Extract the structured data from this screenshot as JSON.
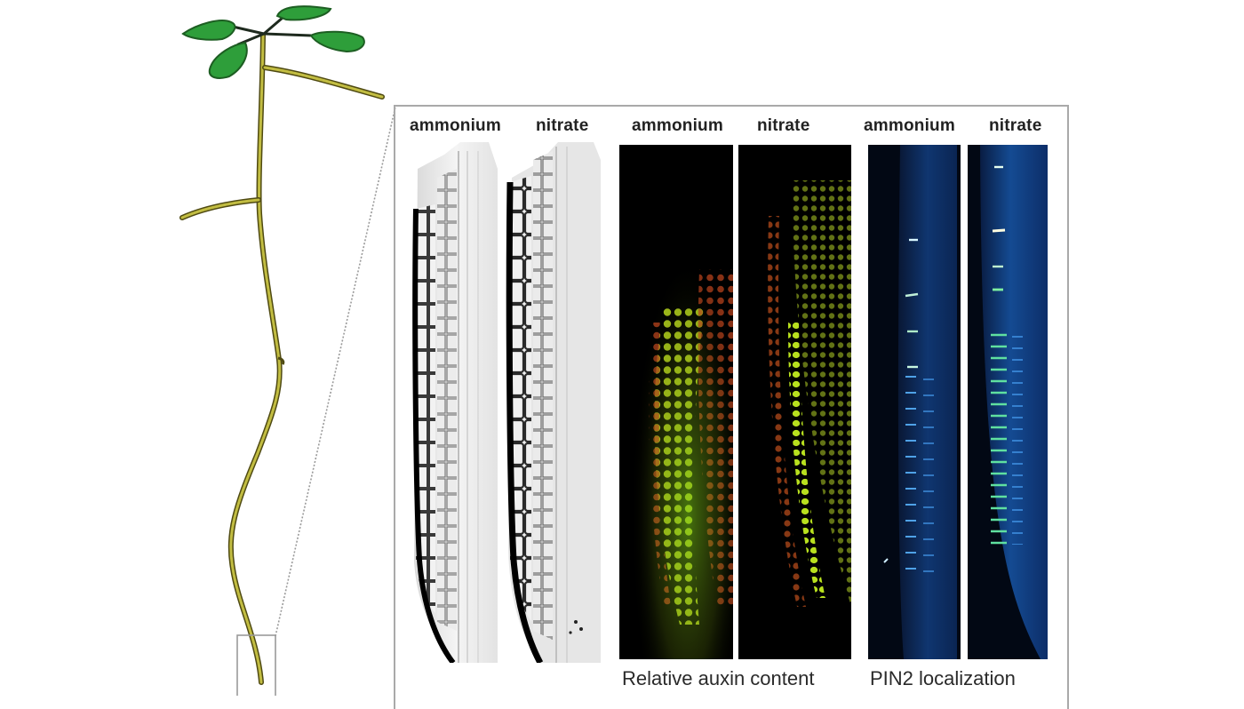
{
  "figure": {
    "type": "scientific-figure",
    "overview": {
      "subject": "seedling-illustration",
      "zoom_region": "root-tip",
      "colors": {
        "leaf": "#2e9e3a",
        "leaf_outline": "#1d5e22",
        "stem": "#b8b23a",
        "stem_outline": "#4f4a12",
        "zoom_box": "#9a9a9a",
        "dotted_line": "#9a9a9a"
      }
    },
    "panel_groups": [
      {
        "id": "morphology",
        "caption": "",
        "labels": [
          "ammonium",
          "nitrate"
        ],
        "imaging": "grayscale-cell-outline"
      },
      {
        "id": "auxin",
        "caption": "Relative auxin content",
        "labels": [
          "ammonium",
          "nitrate"
        ],
        "imaging": "red-green-nuclear-reporter"
      },
      {
        "id": "pin2",
        "caption": "PIN2 localization",
        "labels": [
          "ammonium",
          "nitrate"
        ],
        "imaging": "blue-green-membrane"
      }
    ],
    "frame_color": "#a9a9a9"
  }
}
